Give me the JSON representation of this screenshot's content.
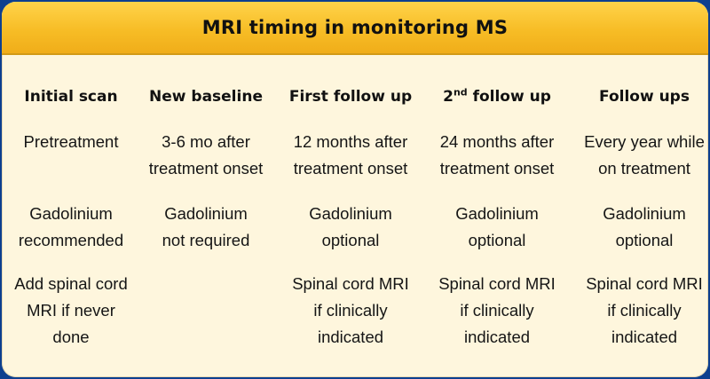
{
  "title": "MRI timing in monitoring MS",
  "columns": [
    {
      "header": "Initial scan",
      "timing": [
        "Pretreatment"
      ],
      "gadolinium": [
        "Gadolinium",
        "recommended"
      ],
      "spinal": [
        "Add spinal cord",
        "MRI if never",
        "done"
      ]
    },
    {
      "header": "New baseline",
      "timing": [
        "3-6 mo after",
        "treatment onset"
      ],
      "gadolinium": [
        "Gadolinium",
        "not required"
      ],
      "spinal": []
    },
    {
      "header": "First follow up",
      "timing": [
        "12 months after",
        "treatment onset"
      ],
      "gadolinium": [
        "Gadolinium",
        "optional"
      ],
      "spinal": [
        "Spinal cord MRI",
        "if clinically",
        "indicated"
      ]
    },
    {
      "header_num": "2",
      "header_sup": "nd",
      "header_rest": " follow up",
      "timing": [
        "24 months after",
        "treatment onset"
      ],
      "gadolinium": [
        "Gadolinium",
        "optional"
      ],
      "spinal": [
        "Spinal cord MRI",
        "if clinically",
        "indicated"
      ]
    },
    {
      "header": "Follow ups",
      "timing": [
        "Every year while",
        "on treatment"
      ],
      "gadolinium": [
        "Gadolinium",
        "optional"
      ],
      "spinal": [
        "Spinal cord MRI",
        "if clinically",
        "indicated"
      ]
    }
  ],
  "colors": {
    "frame": "#0d3f8f",
    "card": "#fef6dd",
    "title_bar": "#f7bd26",
    "text": "#151515"
  }
}
